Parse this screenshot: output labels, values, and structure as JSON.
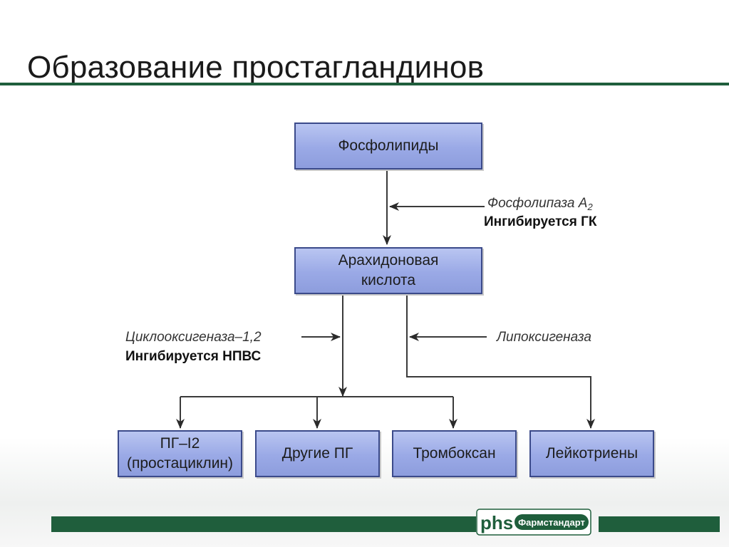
{
  "slide": {
    "title": "Образование простагландинов"
  },
  "diagram": {
    "nodes": {
      "phospholipids": "Фосфолипиды",
      "arachidonic_acid_line1": "Арахидоновая",
      "arachidonic_acid_line2": "кислота",
      "pg_i2_line1": "ПГ–I2",
      "pg_i2_line2": "(простациклин)",
      "other_pg": "Другие ПГ",
      "thromboxane": "Тромбоксан",
      "leukotrienes": "Лейкотриены"
    },
    "enzymes": {
      "phospholipase": "Фосфолипаза А",
      "phospholipase_sub": "2",
      "phospholipase_inhibitor": "Ингибируется ГК",
      "cyclooxygenase": "Циклооксигеназа–1,2",
      "cyclooxygenase_inhibitor": "Ингибируется НПВС",
      "lipoxygenase": "Липоксигеназа"
    }
  },
  "footer": {
    "logo_letters": "phs",
    "logo_text": "Фармстандарт",
    "brand_color": "#1f5e3c"
  }
}
